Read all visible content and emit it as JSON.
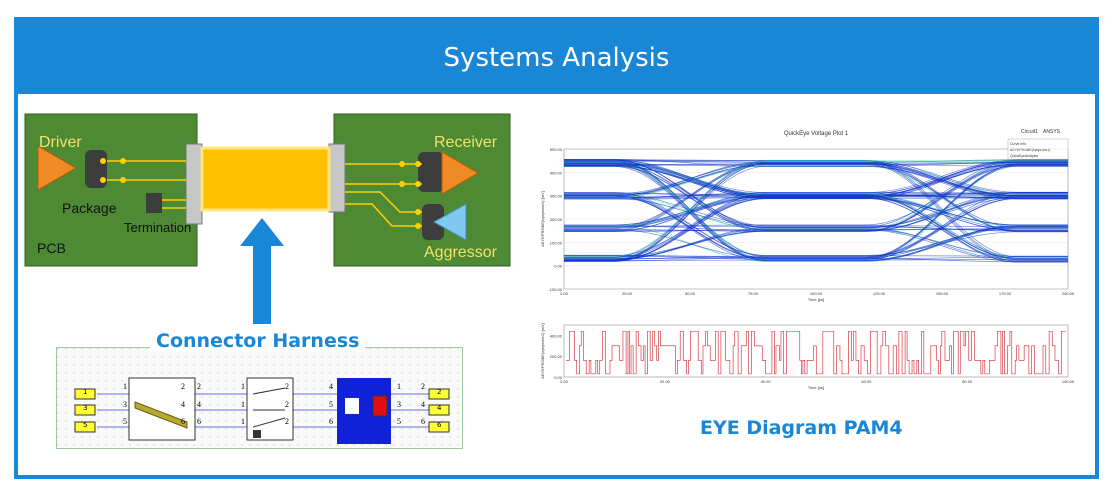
{
  "header": {
    "title": "Systems Analysis"
  },
  "system_diagram": {
    "left_board": {
      "driver_label": "Driver",
      "package_label": "Package",
      "termination_label": "Termination",
      "pcb_label": "PCB"
    },
    "right_board": {
      "receiver_label": "Receiver",
      "aggressor_label": "Aggressor"
    }
  },
  "harness": {
    "caption": "Connector Harness",
    "left_ports": [
      "1",
      "3",
      "5"
    ],
    "right_ports": [
      "2",
      "4",
      "6"
    ],
    "pin_left_1": [
      "1",
      "3",
      "5"
    ],
    "pin_right_1": [
      "2",
      "4",
      "6"
    ],
    "pin_left_2": [
      "2",
      "4",
      "6"
    ],
    "pin_right_2": [
      "1",
      "1",
      "1"
    ],
    "pin_left_3": [
      "2",
      "2",
      "2"
    ],
    "pin_right_3": [
      "4",
      "5",
      "6"
    ],
    "pin_left_4": [
      "1",
      "3",
      "5"
    ],
    "pin_right_4": [
      "2",
      "4",
      "6"
    ]
  },
  "eye_plot": {
    "caption": "EYE Diagram PAM4",
    "top_title": "QuickEye Voltage Plot 1",
    "top_corner": "Circuit1",
    "top_corner_brand": "ANSYS",
    "legend": [
      "Curve Info",
      "AEYEPROBE(eyeprobe1)",
      "QuickEyeAnalysis"
    ],
    "top_ylabel": "AEYEPROBE(eyeprobe1) [mV]",
    "top_xlabel": "Time [ps]",
    "top_yticks": [
      "500.00",
      "400.00",
      "300.00",
      "200.00",
      "100.00",
      "0.00",
      "-100.00"
    ],
    "top_xticks": [
      "0.00",
      "25.00",
      "50.00",
      "75.00",
      "100.00",
      "125.00",
      "150.00",
      "175.00",
      "200.00"
    ],
    "bottom_ylabel": "AEYEPROBE(eyeprobe1) [mV]",
    "bottom_xlabel": "Time [ns]",
    "bottom_yticks": [
      "400.00",
      "200.00",
      "0.00"
    ],
    "bottom_xticks": [
      "0.00",
      "20.00",
      "40.00",
      "60.00",
      "80.00",
      "100.00"
    ]
  },
  "colors": {
    "accent": "#1a86d6",
    "pcb_green": "#4d8a33",
    "trace_yellow": "#ffc000",
    "eye_blue": "#1034c8",
    "eye_green": "#20d890",
    "wave_red": "#d0202a"
  }
}
